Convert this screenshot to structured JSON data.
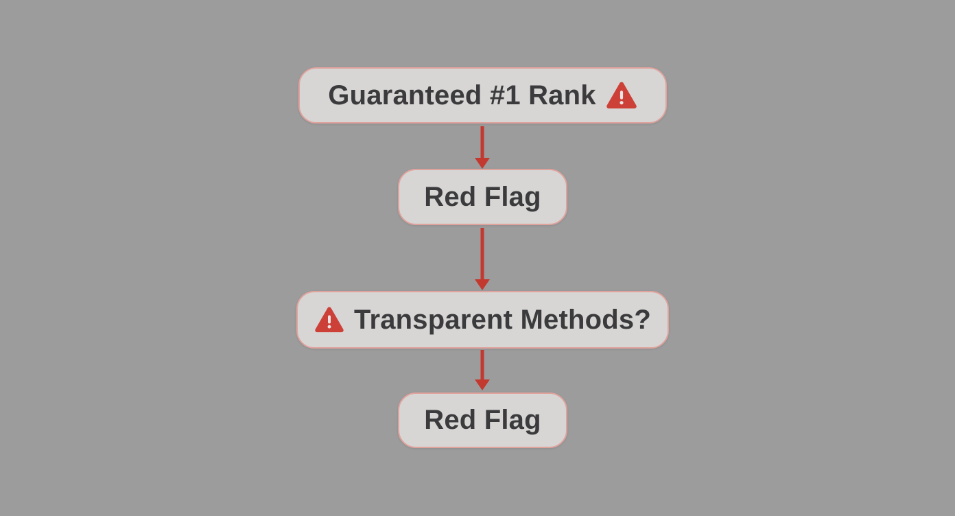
{
  "colors": {
    "page_bg": "#9c9c9c",
    "node_fill": "#d7d6d4",
    "node_border": "#e0a29d",
    "text": "#3b3b3d",
    "arrow": "#c2392f",
    "warning_red": "#cc4038",
    "warning_mark": "#e9e7e5"
  },
  "flowchart": {
    "nodes": [
      {
        "id": "claim",
        "label": "Guaranteed #1 Rank",
        "icon": "warning-triangle",
        "icon_position": "right"
      },
      {
        "id": "red-flag-1",
        "label": "Red Flag",
        "icon": null
      },
      {
        "id": "question",
        "label": "Transparent Methods?",
        "icon": "warning-triangle",
        "icon_position": "left"
      },
      {
        "id": "red-flag-2",
        "label": "Red Flag",
        "icon": null
      }
    ],
    "connections": [
      {
        "from": "claim",
        "to": "red-flag-1",
        "style": "red-arrow-down"
      },
      {
        "from": "red-flag-1",
        "to": "question",
        "style": "red-arrow-down"
      },
      {
        "from": "question",
        "to": "red-flag-2",
        "style": "red-arrow-down"
      }
    ]
  }
}
